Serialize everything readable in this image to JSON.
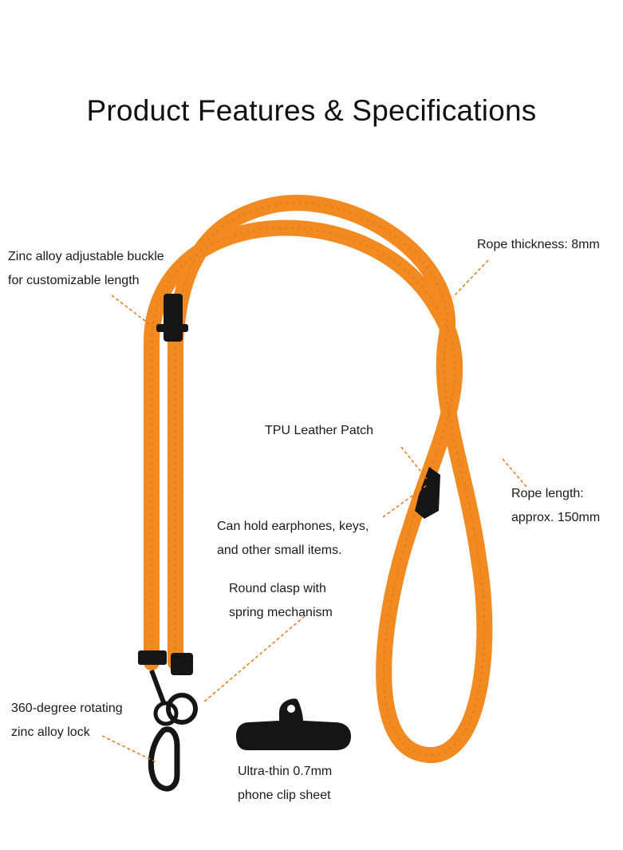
{
  "title": "Product Features & Specifications",
  "colors": {
    "rope": "#f28a22",
    "rope_shadow": "#d96f10",
    "hardware": "#151515",
    "leader": "#e07a1c"
  },
  "labels": {
    "buckle": {
      "line1": "Zinc alloy adjustable buckle",
      "line2": "for customizable length"
    },
    "thickness": {
      "line1": "Rope thickness: 8mm"
    },
    "patch": {
      "line1": "TPU Leather Patch"
    },
    "length": {
      "line1": "Rope length:",
      "line2": "approx. 150mm"
    },
    "holds": {
      "line1": "Can hold earphones, keys,",
      "line2": "and other small items."
    },
    "clasp": {
      "line1": "Round clasp with",
      "line2": "spring mechanism"
    },
    "lock": {
      "line1": "360-degree rotating",
      "line2": "zinc alloy lock"
    },
    "clip": {
      "line1": "Ultra-thin 0.7mm",
      "line2": "phone clip sheet"
    }
  }
}
